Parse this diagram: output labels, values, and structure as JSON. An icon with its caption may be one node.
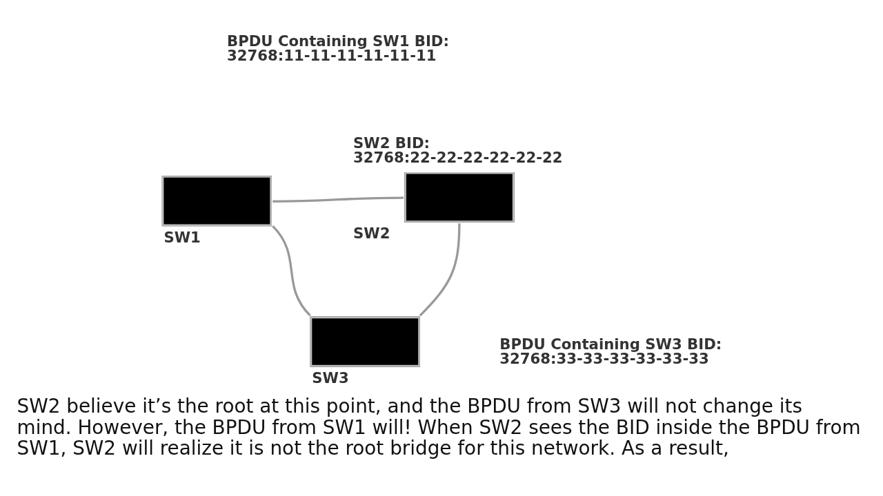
{
  "diagram": {
    "caption": "SW2 believe it’s the root at this point, and the BPDU from SW3 will not change its mind. However, the BPDU from SW1 will! When SW2 sees the BID inside the BPDU from SW1, SW2 will realize it is not the root bridge for this network. As a result,",
    "nodes": [
      {
        "text": [
          "SW1"
        ]
      },
      {
        "text": [
          "SW2"
        ],
        "beside": [
          "SW2 BID: 32768:22-22-22-22-22-22"
        ]
      },
      {
        "text": [
          "SW3"
        ]
      }
    ],
    "edges": [
      {
        "from": 0,
        "to": 1,
        "arrow": "none"
      },
      {
        "from": 0,
        "to": 2,
        "arrow": "none"
      },
      {
        "from": 1,
        "to": 2,
        "arrow": "none"
      }
    ],
    "labels": [
      "BPDU Containing SW1 BID: 32768:11-11-11-11-11-11",
      "BPDU Containing SW3 BID: 32768:33-33-33-33-33-33"
    ]
  }
}
